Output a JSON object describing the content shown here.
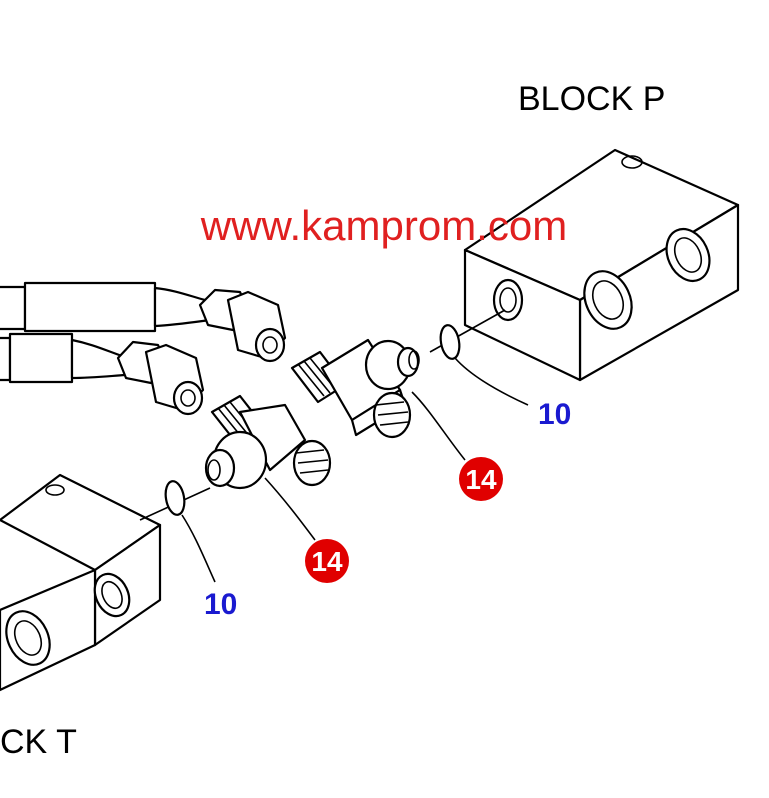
{
  "labels": {
    "block_p": "BLOCK P",
    "block_t": "CK T",
    "watermark": "www.kamprom.com"
  },
  "callouts": [
    {
      "id": "oring-upper",
      "number": "10",
      "style": "plain"
    },
    {
      "id": "oring-lower",
      "number": "10",
      "style": "plain"
    },
    {
      "id": "tee-upper",
      "number": "14",
      "style": "badge"
    },
    {
      "id": "tee-lower",
      "number": "14",
      "style": "badge"
    }
  ],
  "colors": {
    "watermark": "#e02020",
    "callout_plain": "#1a1ad0",
    "callout_badge": "#e00000",
    "line": "#000000"
  }
}
